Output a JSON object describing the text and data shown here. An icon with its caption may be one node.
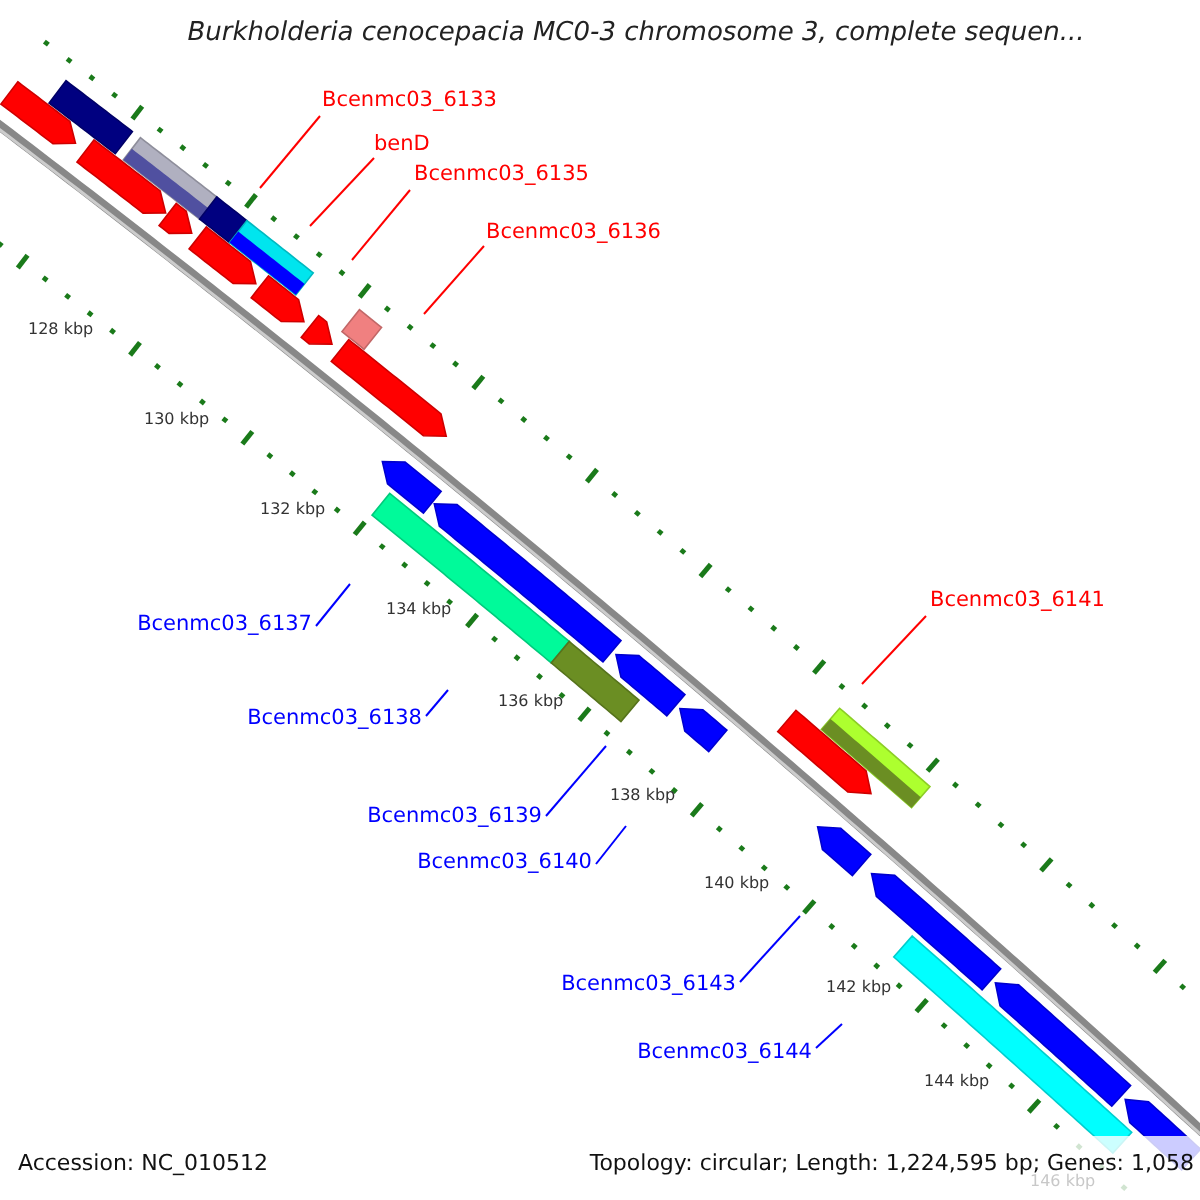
{
  "diagram": {
    "title": "Burkholderia cenocepacia MC0-3 chromosome 3, complete sequen...",
    "nodes": [
      {
        "text": [
          "Bcenmc03_6133"
        ]
      },
      {
        "text": [
          "benD"
        ]
      },
      {
        "text": [
          "Bcenmc03_6135"
        ]
      },
      {
        "text": [
          "Bcenmc03_6136"
        ]
      },
      {
        "text": [
          "Bcenmc03_6141"
        ]
      },
      {
        "text": [
          "Bcenmc03_6137"
        ]
      },
      {
        "text": [
          "Bcenmc03_6138"
        ]
      },
      {
        "text": [
          "Bcenmc03_6139"
        ]
      },
      {
        "text": [
          "Bcenmc03_6140"
        ]
      },
      {
        "text": [
          "Bcenmc03_6143"
        ]
      },
      {
        "text": [
          "Bcenmc03_6144"
        ]
      }
    ],
    "edges": [
      {
        "from": 0,
        "to": null,
        "arrow": "none",
        "color": "#ff0000"
      },
      {
        "from": 1,
        "to": null,
        "arrow": "none",
        "color": "#ff0000"
      },
      {
        "from": 2,
        "to": null,
        "arrow": "none",
        "color": "#ff0000"
      },
      {
        "from": 3,
        "to": null,
        "arrow": "none",
        "color": "#ff0000"
      },
      {
        "from": 4,
        "to": null,
        "arrow": "none",
        "color": "#ff0000"
      },
      {
        "from": 5,
        "to": null,
        "arrow": "none"
      },
      {
        "from": 6,
        "to": null,
        "arrow": "none"
      },
      {
        "from": 7,
        "to": null,
        "arrow": "none"
      },
      {
        "from": 8,
        "to": null,
        "arrow": "none"
      },
      {
        "from": 9,
        "to": null,
        "arrow": "none"
      },
      {
        "from": 10,
        "to": null,
        "arrow": "none"
      }
    ],
    "labels": [
      "128 kbp",
      "130 kbp",
      "132 kbp",
      "134 kbp",
      "136 kbp",
      "138 kbp",
      "140 kbp",
      "142 kbp",
      "144 kbp",
      "146 kbp",
      "Accession: NC_010512",
      "Topology: circular; Length: 1,224,595 bp; Genes: 1,058"
    ]
  }
}
